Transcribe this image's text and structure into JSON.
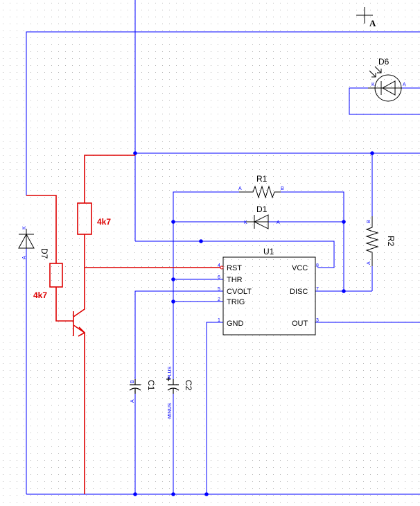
{
  "colors": {
    "wire": "#0000ff",
    "red": "#dd0000",
    "component": "#000000",
    "grid": "#b8b8b8"
  },
  "canvas": {
    "grid": true
  },
  "cursor_label": "A",
  "components": {
    "d6": {
      "name": "D6",
      "pin_k": "K",
      "pin_a": "A"
    },
    "r1": {
      "name": "R1",
      "pin_a": "A",
      "pin_b": "B"
    },
    "d1": {
      "name": "D1",
      "pin_k": "K",
      "pin_a": "A"
    },
    "r2": {
      "name": "R2",
      "pin_a": "A",
      "pin_b": "B"
    },
    "d7": {
      "name": "D7",
      "pin_k": "K",
      "pin_a": "A"
    },
    "r_top": {
      "value": "4k7"
    },
    "r_base": {
      "value": "4k7"
    },
    "c1": {
      "name": "C1",
      "pin_a": "A",
      "pin_b": "B"
    },
    "c2": {
      "name": "C2",
      "pin_plus": "PLUS",
      "pin_minus": "MINUS"
    },
    "u1": {
      "name": "U1",
      "pins": {
        "rst": {
          "num": "4",
          "label": "RST"
        },
        "thr": {
          "num": "6",
          "label": "THR"
        },
        "cvolt": {
          "num": "5",
          "label": "CVOLT"
        },
        "trig": {
          "num": "2",
          "label": "TRIG"
        },
        "gnd": {
          "num": "1",
          "label": "GND"
        },
        "vcc": {
          "num": "8",
          "label": "VCC"
        },
        "disc": {
          "num": "7",
          "label": "DISC"
        },
        "out": {
          "num": "3",
          "label": "OUT"
        }
      }
    }
  }
}
